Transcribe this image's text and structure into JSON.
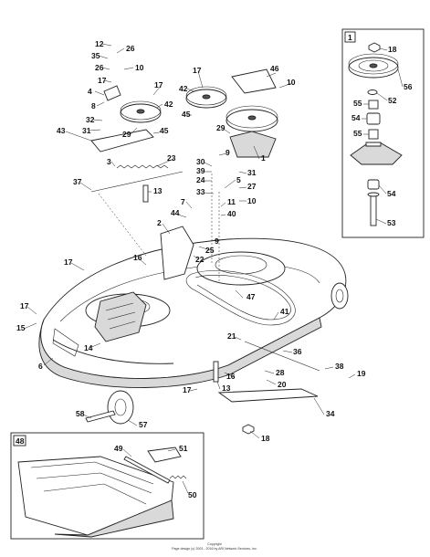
{
  "inset_top_label": "1",
  "inset_bottom_label": "48",
  "copyright_line1": "Copyright",
  "copyright_line2": "Page design (c) 2003 - 2016 by ARI Network Services, Inc.",
  "callouts": {
    "c12": "12",
    "c26a": "26",
    "c35": "35",
    "c26b": "26",
    "c17a": "17",
    "c10a": "10",
    "c8": "8",
    "c4": "4",
    "c17b": "17",
    "c42a": "42",
    "c32": "32",
    "c31a": "31",
    "c43": "43",
    "c29a": "29",
    "c45a": "45",
    "c3": "3",
    "c23": "23",
    "c37": "37",
    "c13a": "13",
    "c17c": "17",
    "c42b": "42",
    "c46": "46",
    "c10b": "10",
    "c45b": "45",
    "c29b": "29",
    "c1": "1",
    "c30": "30",
    "c9a": "9",
    "c39": "39",
    "c24": "24",
    "c33": "33",
    "c5": "5",
    "c31b": "31",
    "c27": "27",
    "c10c": "10",
    "c7": "7",
    "c11": "11",
    "c44": "44",
    "c40": "40",
    "c2": "2",
    "c9b": "9",
    "c25": "25",
    "c22": "22",
    "c16a": "16",
    "c17d": "17",
    "c47": "47",
    "c41": "41",
    "c17e": "17",
    "c15": "15",
    "c14": "14",
    "c6": "6",
    "c21": "21",
    "c36": "36",
    "c38": "38",
    "c19": "19",
    "c28": "28",
    "c16b": "16",
    "c20": "20",
    "c13b": "13",
    "c17f": "17",
    "c34": "34",
    "c58": "58",
    "c57": "57",
    "c18a": "18",
    "i18": "18",
    "i56": "56",
    "i52": "52",
    "i55a": "55",
    "i54a": "54",
    "i55b": "55",
    "i54b": "54",
    "i53": "53",
    "i49": "49",
    "i51": "51",
    "i50": "50"
  }
}
